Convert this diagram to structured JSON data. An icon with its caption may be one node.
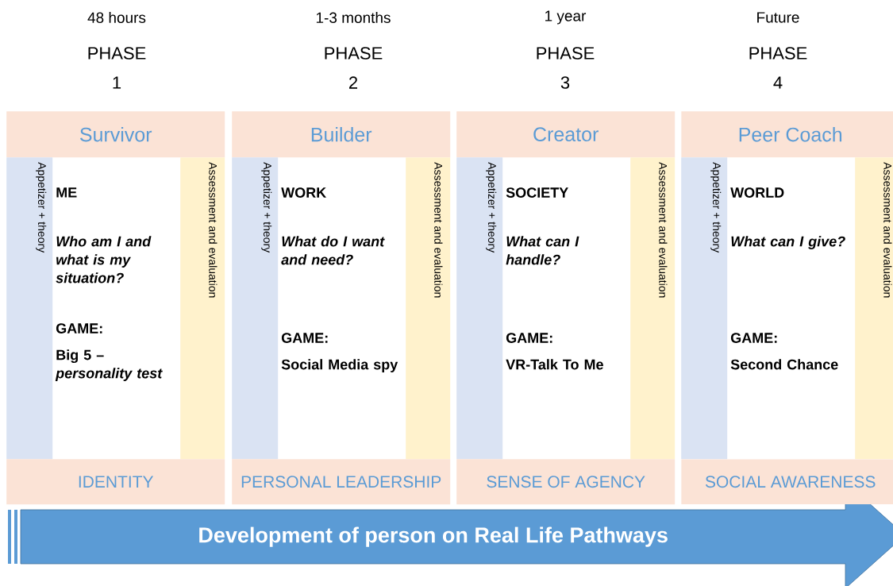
{
  "diagram": {
    "nodes": [
      {
        "text": [
          "Survivor"
        ]
      },
      {
        "text": [
          "Appetizer + theory"
        ]
      },
      {
        "text": [
          "ME",
          "Who am I and what is my situation?",
          "GAME:",
          "Big 5 – *personality test*"
        ]
      },
      {
        "text": [
          "Assessment and evaluation"
        ]
      },
      {
        "text": [
          "IDENTITY"
        ]
      },
      {
        "text": [
          "Builder"
        ]
      },
      {
        "text": [
          "Appetizer + theory"
        ]
      },
      {
        "text": [
          "WORK",
          "What do I want and need?",
          "GAME:",
          "Social Media spy"
        ]
      },
      {
        "text": [
          "Assessment and evaluation"
        ]
      },
      {
        "text": [
          "PERSONAL LEADERSHIP"
        ]
      },
      {
        "text": [
          "Creator"
        ]
      },
      {
        "text": [
          "Appetizer + theory"
        ]
      },
      {
        "text": [
          "SOCIETY",
          "What can I handle?",
          "GAME:",
          "VR-Talk To Me"
        ]
      },
      {
        "text": [
          "Assessment and evaluation"
        ]
      },
      {
        "text": [
          "SENSE OF AGENCY"
        ]
      },
      {
        "text": [
          "Peer Coach"
        ]
      },
      {
        "text": [
          "Appetizer + theory"
        ]
      },
      {
        "text": [
          "WORLD",
          "What can I give?",
          "GAME:",
          "Second Chance"
        ]
      },
      {
        "text": [
          "Assessment and evaluation"
        ]
      },
      {
        "text": [
          "SOCIAL AWARENESS"
        ]
      },
      {
        "text": [
          "Development of person on Real Life Pathways"
        ]
      }
    ],
    "labels": [
      "48 hours",
      "1-3 months",
      "1 year",
      "Future",
      "PHASE",
      "PHASE",
      "PHASE",
      "PHASE",
      "1",
      "2",
      "3",
      "4"
    ]
  }
}
